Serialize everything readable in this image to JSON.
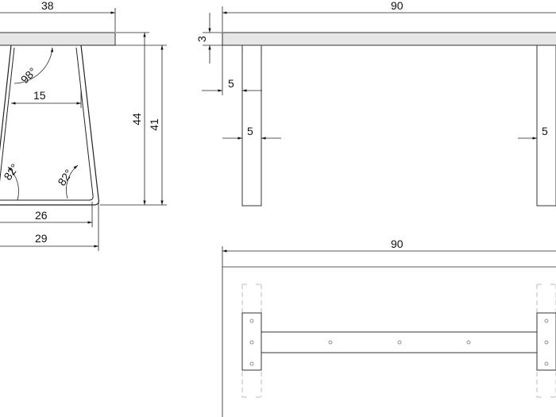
{
  "front_view": {
    "top_width": "38",
    "height_total": "44",
    "height_leg": "41",
    "angle_top": "98°",
    "inner_top_width": "15",
    "angle_left": "82°",
    "angle_right": "82°",
    "inner_bottom_width": "26",
    "outer_bottom_width": "29"
  },
  "side_view": {
    "length": "90",
    "thickness": "3",
    "leg_offset": "5",
    "leg_width_left": "5",
    "leg_width_right": "5"
  },
  "top_view": {
    "length": "90"
  },
  "colors": {
    "line": "#333333",
    "top_fill": "#e6e6e6",
    "hidden": "#bbbbbb"
  }
}
